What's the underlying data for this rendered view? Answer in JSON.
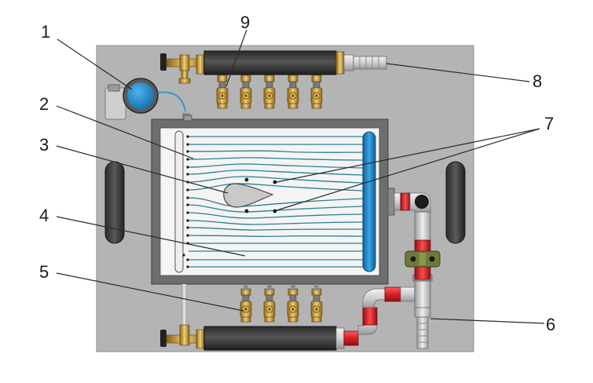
{
  "callouts": [
    {
      "number": "1",
      "part": "pressure-gauge"
    },
    {
      "number": "2",
      "part": "flow-channel"
    },
    {
      "number": "3",
      "part": "airfoil-model"
    },
    {
      "number": "4",
      "part": "streamlines"
    },
    {
      "number": "5",
      "part": "outlet-valve"
    },
    {
      "number": "6",
      "part": "drain-hose-fitting"
    },
    {
      "number": "7",
      "part": "pressure-taps"
    },
    {
      "number": "8",
      "part": "inlet-hose-fitting"
    },
    {
      "number": "9",
      "part": "inlet-valve"
    }
  ],
  "colors": {
    "base_plate": "#b4b4b4",
    "frame": "#6e6e6e",
    "channel": "#f4f4f4",
    "streamline": "#2a7f93",
    "tube_blue": "#1f86c7",
    "manifold": "#3d3d3d",
    "red_coupling": "#d81f26",
    "brass": "#c79a3a",
    "olive_clamp": "#6f7a3a"
  }
}
